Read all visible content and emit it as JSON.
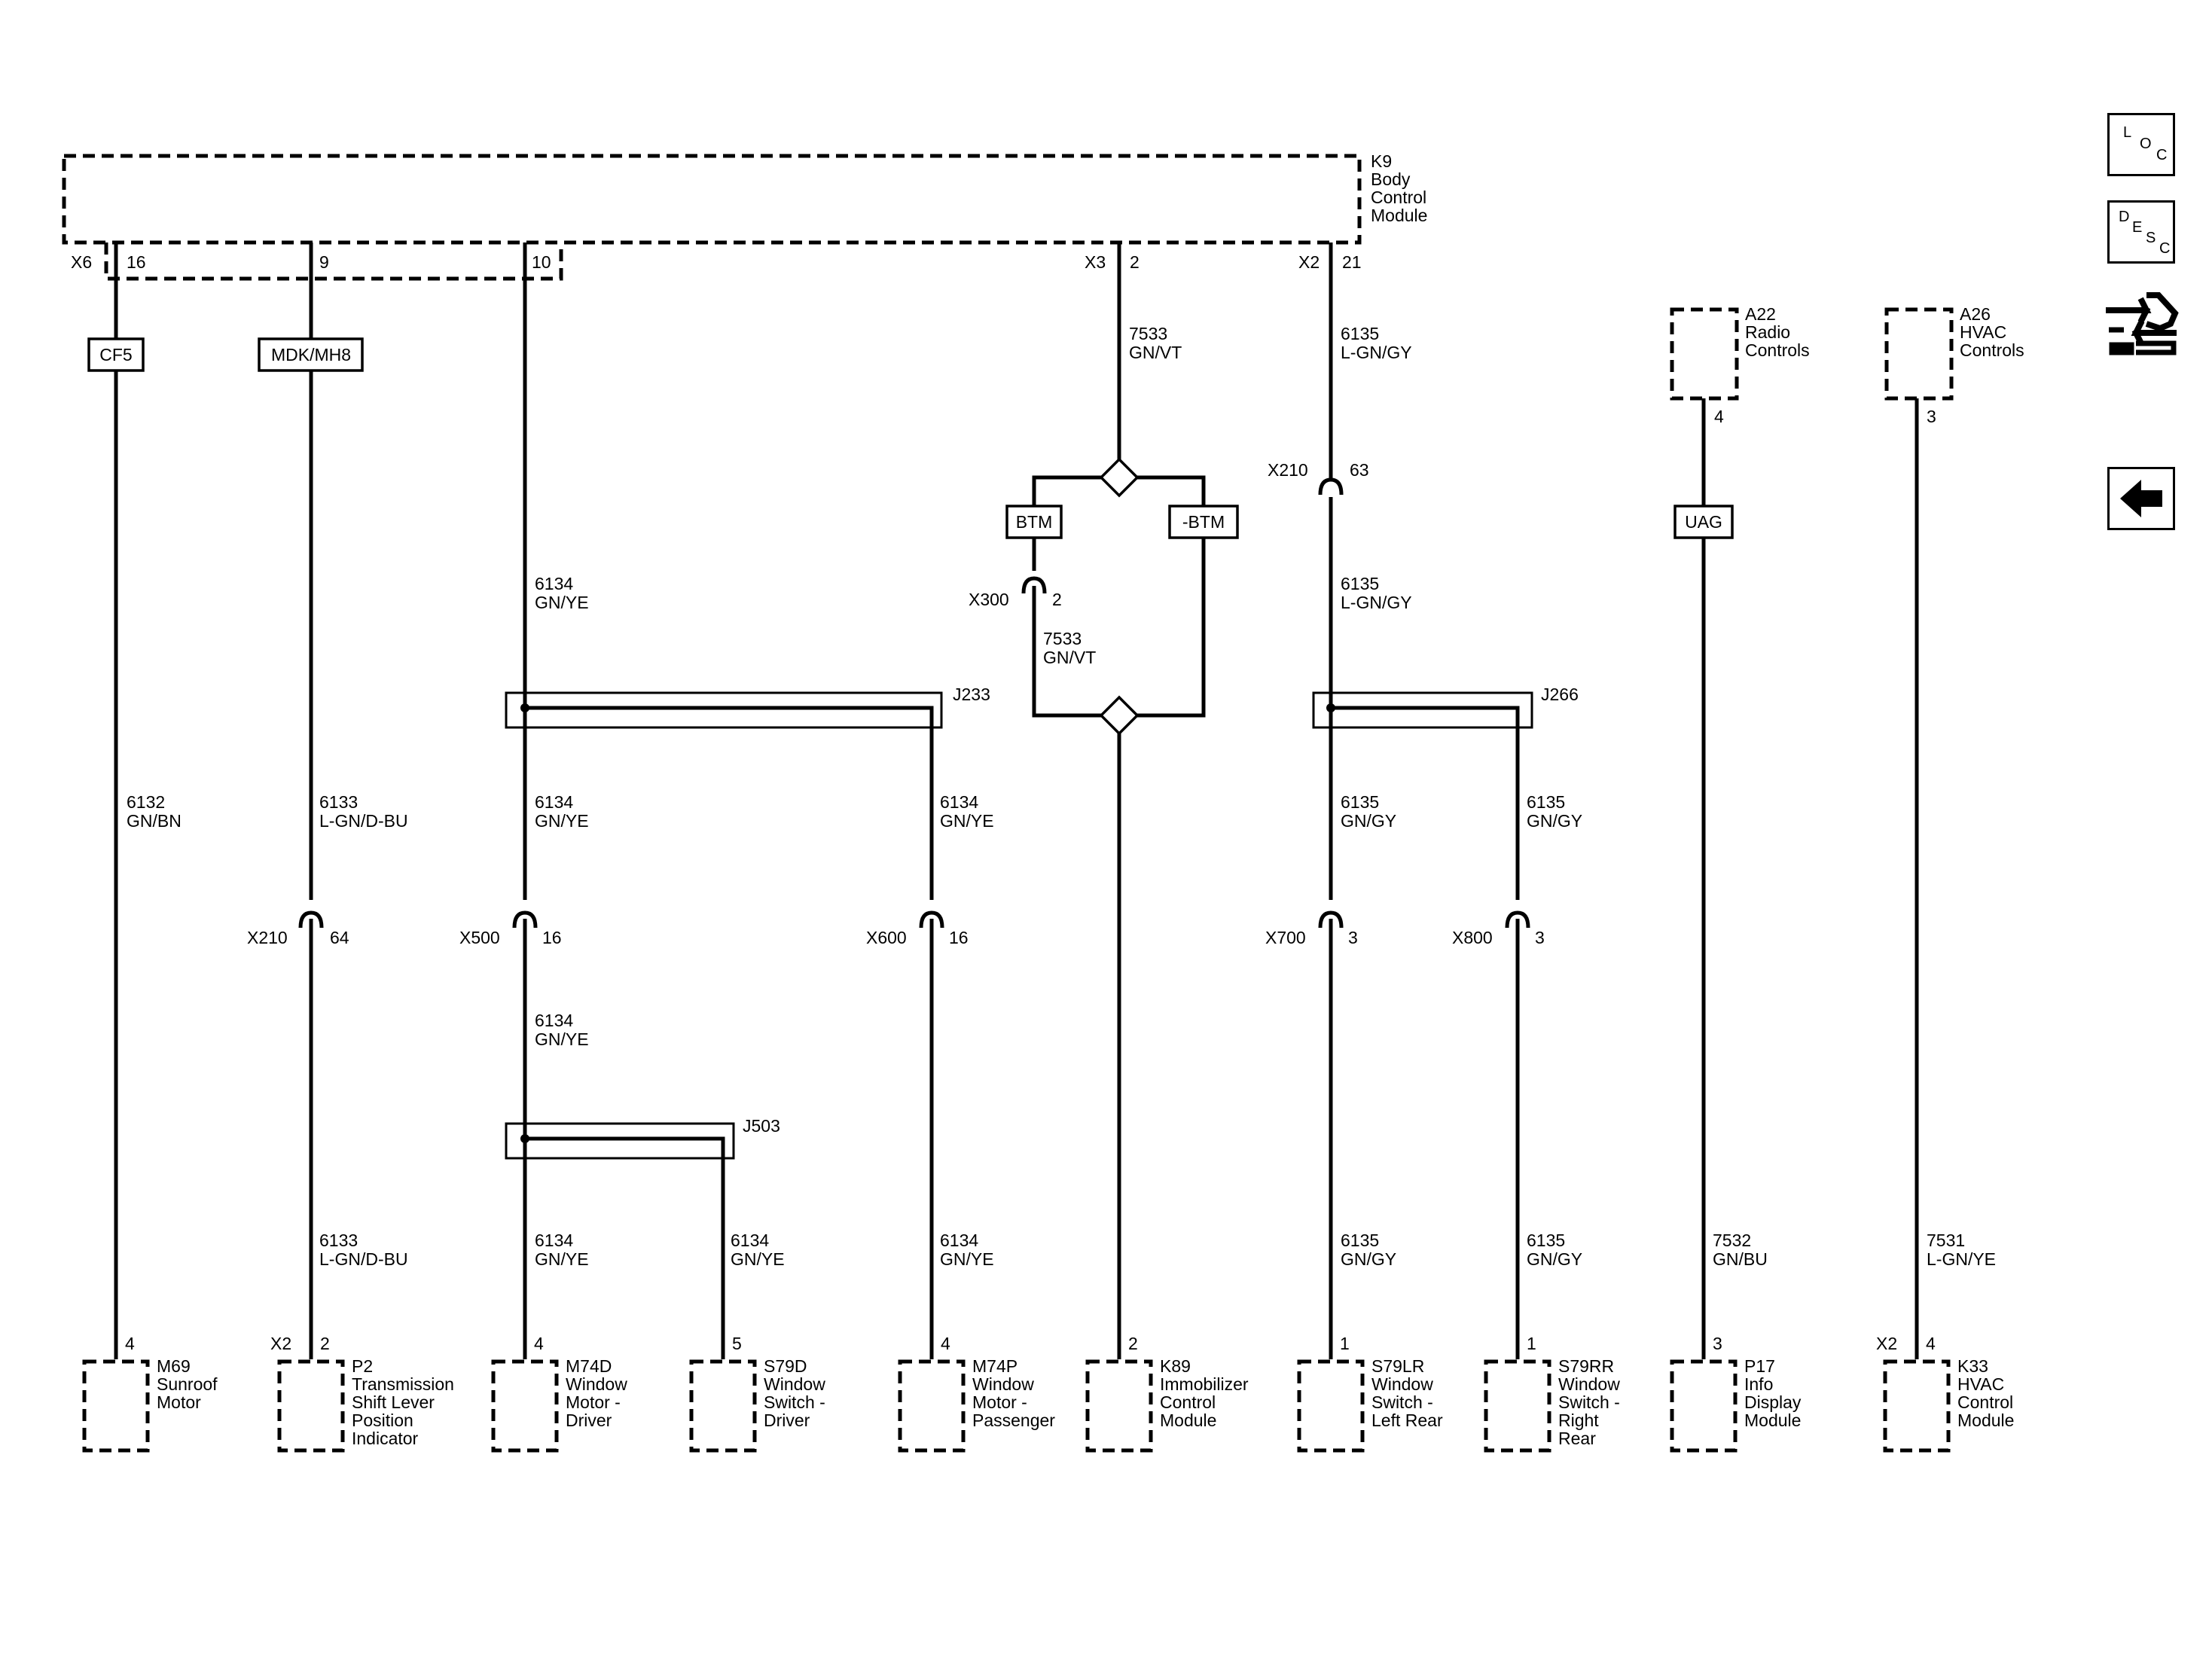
{
  "module": {
    "id": "K9",
    "line1": "Body",
    "line2": "Control",
    "line3": "Module"
  },
  "pins": {
    "x6": "X6",
    "p16": "16",
    "p9": "9",
    "p10": "10",
    "x3": "X3",
    "p2": "2",
    "x2": "X2",
    "p21": "21"
  },
  "options": {
    "cf5": "CF5",
    "mdk": "MDK/MH8",
    "btm": "BTM",
    "nbtm": "-BTM",
    "uag": "UAG"
  },
  "wires": {
    "w7533a": [
      "7533",
      "GN/VT"
    ],
    "w7533b": [
      "7533",
      "GN/VT"
    ],
    "w6135a": [
      "6135",
      "L-GN/GY"
    ],
    "w6135b": [
      "6135",
      "L-GN/GY"
    ],
    "w6134a": [
      "6134",
      "GN/YE"
    ],
    "w6132": [
      "6132",
      "GN/BN"
    ],
    "w6133a": [
      "6133",
      "L-GN/D-BU"
    ],
    "w6134b": [
      "6134",
      "GN/YE"
    ],
    "w6134c": [
      "6134",
      "GN/YE"
    ],
    "w6135c": [
      "6135",
      "GN/GY"
    ],
    "w6135d": [
      "6135",
      "GN/GY"
    ],
    "w6134d": [
      "6134",
      "GN/YE"
    ],
    "w6133b": [
      "6133",
      "L-GN/D-BU"
    ],
    "w6134e": [
      "6134",
      "GN/YE"
    ],
    "w6134f": [
      "6134",
      "GN/YE"
    ],
    "w6134g": [
      "6134",
      "GN/YE"
    ],
    "w6135e": [
      "6135",
      "GN/GY"
    ],
    "w6135f": [
      "6135",
      "GN/GY"
    ],
    "w7532": [
      "7532",
      "GN/BU"
    ],
    "w7531": [
      "7531",
      "L-GN/YE"
    ]
  },
  "connectors": {
    "x210a": "X210",
    "x210a_pin": "63",
    "x300": "X300",
    "x300_pin": "2",
    "x210b": "X210",
    "x210b_pin": "64",
    "x500": "X500",
    "x500_pin": "16",
    "x600": "X600",
    "x600_pin": "16",
    "x700": "X700",
    "x700_pin": "3",
    "x800": "X800",
    "x800_pin": "3"
  },
  "splices": {
    "j233": "J233",
    "j266": "J266",
    "j503": "J503"
  },
  "upper_modules": {
    "a22": {
      "id": "A22",
      "line1": "Radio",
      "line2": "Controls",
      "pin": "4"
    },
    "a26": {
      "id": "A26",
      "line1": "HVAC",
      "line2": "Controls",
      "pin": "3"
    }
  },
  "components": [
    {
      "pin": "4",
      "conn": "",
      "id": "M69",
      "lines": [
        "Sunroof",
        "Motor"
      ]
    },
    {
      "pin": "2",
      "conn": "X2",
      "id": "P2",
      "lines": [
        "Transmission",
        "Shift Lever",
        "Position",
        "Indicator"
      ]
    },
    {
      "pin": "4",
      "conn": "",
      "id": "M74D",
      "lines": [
        "Window",
        "Motor -",
        "Driver"
      ]
    },
    {
      "pin": "5",
      "conn": "",
      "id": "S79D",
      "lines": [
        "Window",
        "Switch -",
        "Driver"
      ]
    },
    {
      "pin": "4",
      "conn": "",
      "id": "M74P",
      "lines": [
        "Window",
        "Motor -",
        "Passenger"
      ]
    },
    {
      "pin": "2",
      "conn": "",
      "id": "K89",
      "lines": [
        "Immobilizer",
        "Control",
        "Module"
      ]
    },
    {
      "pin": "1",
      "conn": "",
      "id": "S79LR",
      "lines": [
        "Window",
        "Switch -",
        "Left Rear"
      ]
    },
    {
      "pin": "1",
      "conn": "",
      "id": "S79RR",
      "lines": [
        "Window",
        "Switch -",
        "Right",
        "Rear"
      ]
    },
    {
      "pin": "3",
      "conn": "",
      "id": "P17",
      "lines": [
        "Info",
        "Display",
        "Module"
      ]
    },
    {
      "pin": "4",
      "conn": "X2",
      "id": "K33",
      "lines": [
        "HVAC",
        "Control",
        "Module"
      ]
    }
  ],
  "sidebar": {
    "loc": [
      "L",
      "O",
      "C"
    ],
    "desc": [
      "D",
      "E",
      "S",
      "C"
    ],
    "connector_icon": "connector-tool-icon",
    "back_icon": "back-arrow-icon"
  }
}
